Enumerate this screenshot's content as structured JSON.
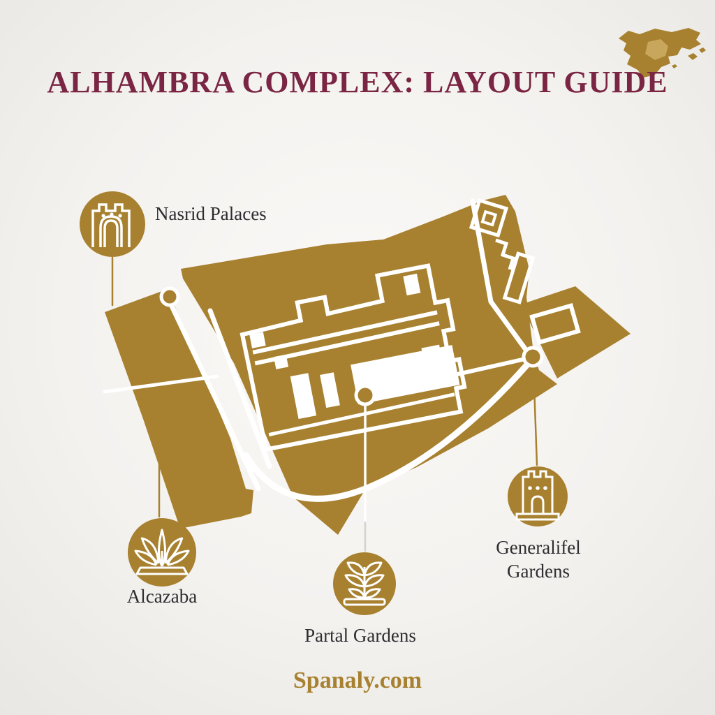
{
  "title": "ALHAMBRA COMPLEX: LAYOUT GUIDE",
  "colors": {
    "gold": "#A7812F",
    "gold_light": "#C8A75C",
    "maroon": "#7A2543",
    "label_text": "#2E2C30",
    "background": "#F4F2EF",
    "outline_white": "#FFFFFF"
  },
  "header_icon": {
    "name": "spain-map-icon",
    "highlight_region": "central-spain"
  },
  "map": {
    "name": "alhambra-site-map",
    "features": [
      "main-complex",
      "left-wing",
      "fortress-outline",
      "right-strip",
      "east-wedge",
      "curved-path",
      "marker-dots"
    ]
  },
  "labels": [
    {
      "id": "nasrid",
      "label": "Nasrid Palaces",
      "icon": "gate-icon"
    },
    {
      "id": "alcazaba",
      "label": "Alcazaba",
      "icon": "lotus-icon"
    },
    {
      "id": "partal",
      "label": "Partal Gardens",
      "icon": "plant-icon"
    },
    {
      "id": "generalife",
      "label": "Generalifel Gardens",
      "icon": "tower-icon"
    }
  ],
  "footer": {
    "site": "Spanaly.com"
  }
}
